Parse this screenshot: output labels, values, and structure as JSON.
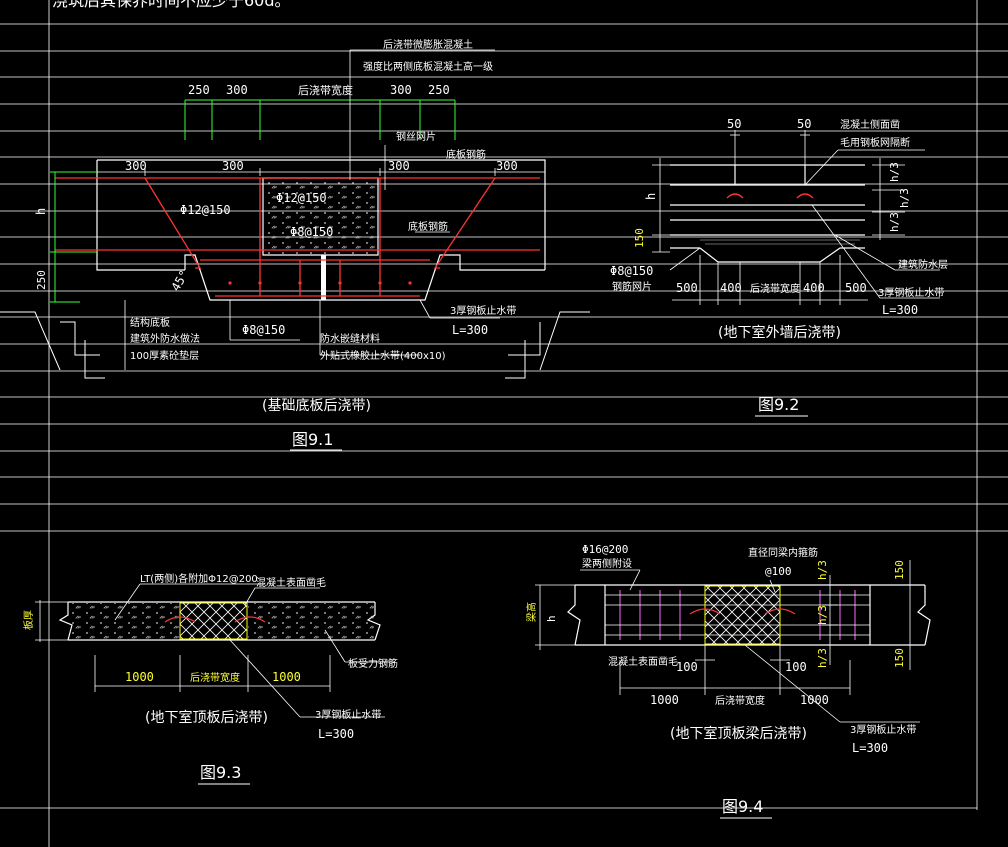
{
  "header_text": "浇筑后其保养时间不应少于60d。",
  "colors": {
    "background": "#000000",
    "grid": "#ffffff",
    "rebar": "#ff3333",
    "dimension": "#33ff33",
    "label": "#ffff33",
    "concrete": "#ffffff",
    "hatch": "#ffff00",
    "leader": "#ffffff"
  },
  "fig91": {
    "caption": "(基础底板后浇带)",
    "figno": "图9.1",
    "note1": "后浇带微膨胀混凝土",
    "note2": "强度比两侧底板混凝土高一级",
    "dims_top": [
      "250",
      "300",
      "后浇带宽度",
      "300",
      "250"
    ],
    "dims_mid": [
      "300",
      "300",
      "300",
      "300"
    ],
    "mesh": "钢丝网片",
    "bottom_bar": "底板钢筋",
    "bar_left": "Φ12@150",
    "bar_center1": "Φ12@150",
    "bar_center2": "Φ8@150",
    "bar_bottom": "Φ8@150",
    "angle": "45°",
    "h": "h",
    "d250": "250",
    "waterstop1": "3厚钢板止水带",
    "waterstop2": "L=300",
    "struct1": "结构底板",
    "struct2": "建筑外防水做法",
    "struct3": "100厚素砼垫层",
    "wp1": "防水嵌缝材料",
    "wp2": "外贴式橡胶止水带(400x10)"
  },
  "fig92": {
    "caption": "(地下室外墙后浇带)",
    "figno": "图9.2",
    "d50a": "50",
    "d50b": "50",
    "note1": "混凝土侧面凿",
    "note2": "毛用钢板网隔断",
    "h3a": "h/3",
    "h3b": "h/3",
    "h3c": "h/3",
    "h": "h",
    "d150": "150",
    "mesh1": "Φ8@150",
    "mesh2": "钢筋网片",
    "dims": [
      "500",
      "400",
      "后浇带宽度",
      "400",
      "500"
    ],
    "wp": "建筑防水层",
    "ws1": "3厚钢板止水带",
    "ws2": "L=300"
  },
  "fig93": {
    "caption": "(地下室顶板后浇带)",
    "figno": "图9.3",
    "label_lt": "LT(两侧)各附加Φ12@200",
    "label_rough": "混凝土表面凿毛",
    "label_net": "板受力钢筋",
    "thick": "板厚",
    "dims": [
      "1000",
      "后浇带宽度",
      "1000"
    ],
    "ws1": "3厚钢板止水带",
    "ws2": "L=300"
  },
  "fig94": {
    "caption": "(地下室顶板梁后浇带)",
    "figno": "图9.4",
    "lbl1": "Φ16@200",
    "lbl2": "梁两侧附设",
    "lbl3": "直径同梁内箍筋",
    "lbl4": "@100",
    "rough": "混凝土表面凿毛",
    "d100a": "100",
    "d100b": "100",
    "beam": "梁高",
    "h": "h",
    "h3a": "h/3",
    "h3b": "h/3",
    "h3c": "h/3",
    "d150a": "150",
    "d150b": "150",
    "dims": [
      "1000",
      "后浇带宽度",
      "1000"
    ],
    "ws1": "3厚钢板止水带",
    "ws2": "L=300"
  }
}
